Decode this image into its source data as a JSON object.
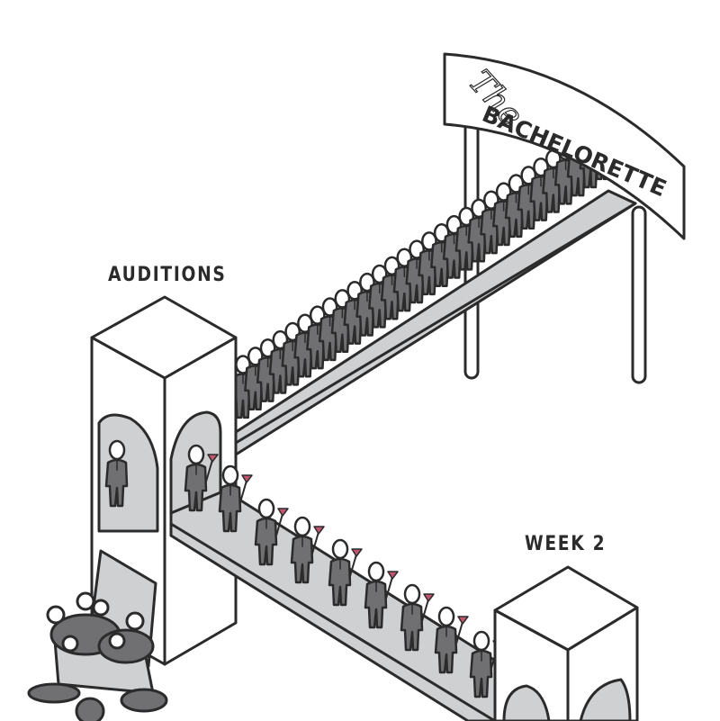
{
  "illustration": {
    "sign": {
      "script_text": "The",
      "main_text": "BACHELORETTE"
    },
    "labels": {
      "auditions": "AUDITIONS",
      "week2": "WEEK 2"
    },
    "upper_line_count": 30,
    "lower_line_count": 9,
    "colors": {
      "outline": "#2b2b2b",
      "suit": "#707072",
      "belt": "#cfd0d2",
      "rose": "#c2566e",
      "head": "#ffffff"
    }
  }
}
